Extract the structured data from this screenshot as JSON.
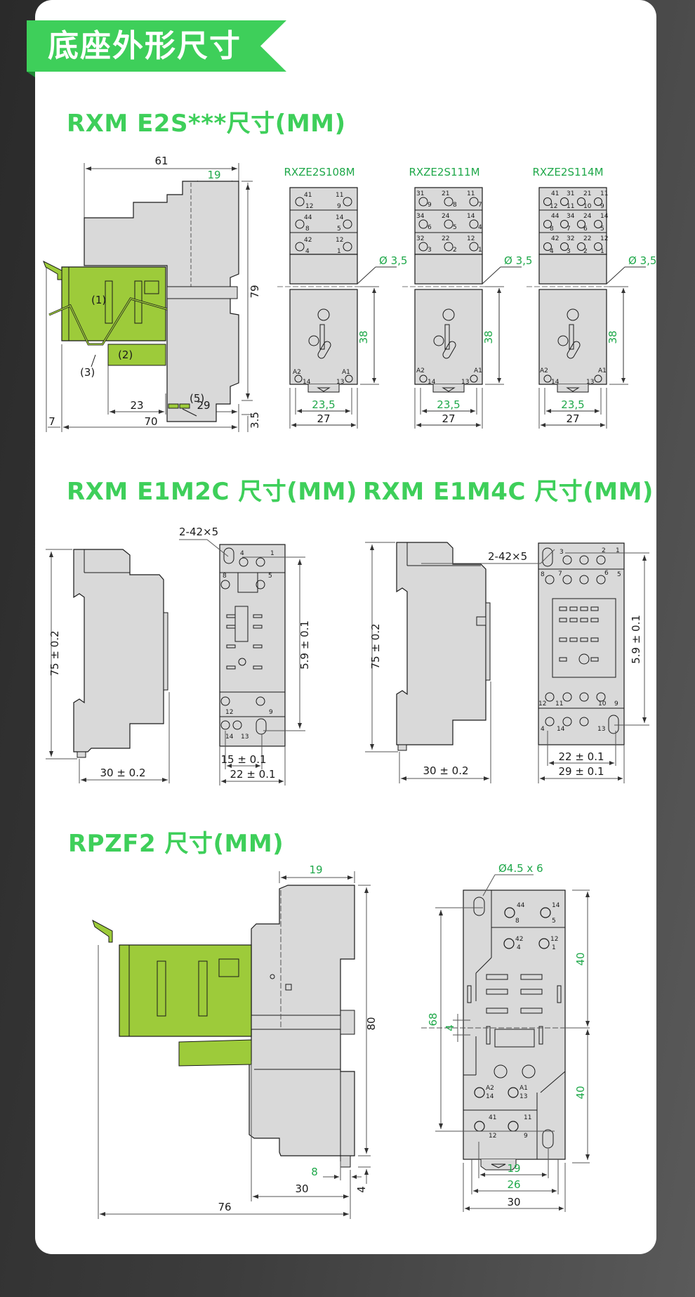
{
  "header": {
    "banner_title": "底座外形尺寸"
  },
  "colors": {
    "banner_green": "#3ecf5a",
    "title_green": "#3ecf5a",
    "dimension_green": "#1fa84a",
    "relay_green": "#9dcb3a",
    "socket_grey": "#d9d9d9",
    "line_black": "#1a1a1a"
  },
  "sections": [
    {
      "title": "RXM E2S***尺寸(MM)",
      "side_view": {
        "dims": {
          "overall_width": "61",
          "top_depth": "19",
          "height": "79",
          "rail_offset": "3.5",
          "left_offset": "7",
          "total_depth": "70",
          "relay_part": "23",
          "socket_part": "29"
        },
        "callouts": [
          "(1)",
          "(2)",
          "(3)",
          "(5)"
        ]
      },
      "sockets": [
        {
          "model": "RXZE2S108M",
          "rows": [
            [
              "41",
              "12",
              "11",
              "9"
            ],
            [
              "44",
              "8",
              "14",
              "5"
            ],
            [
              "42",
              "4",
              "12",
              "1"
            ]
          ],
          "coil": [
            "A2",
            "14",
            "A1",
            "13"
          ],
          "hole": "Ø 3,5",
          "height": "38",
          "inner_width": "23,5",
          "outer_width": "27"
        },
        {
          "model": "RXZE2S111M",
          "rows": [
            [
              "31",
              "9",
              "21",
              "8",
              "11",
              "7"
            ],
            [
              "34",
              "6",
              "24",
              "5",
              "14",
              "4"
            ],
            [
              "32",
              "3",
              "22",
              "2",
              "12",
              "1"
            ]
          ],
          "coil": [
            "A2",
            "14",
            "A1",
            "13"
          ],
          "hole": "Ø 3,5",
          "height": "38",
          "inner_width": "23,5",
          "outer_width": "27"
        },
        {
          "model": "RXZE2S114M",
          "rows": [
            [
              "41",
              "12",
              "31",
              "11",
              "21",
              "10",
              "11",
              "9"
            ],
            [
              "44",
              "8",
              "34",
              "7",
              "24",
              "6",
              "14",
              "5"
            ],
            [
              "42",
              "4",
              "32",
              "3",
              "22",
              "2",
              "12",
              "1"
            ]
          ],
          "coil": [
            "A2",
            "14",
            "A1",
            "13"
          ],
          "hole": "Ø 3,5",
          "height": "38",
          "inner_width": "23,5",
          "outer_width": "27"
        }
      ]
    },
    {
      "title": "RXM E1M2C 尺寸(MM)",
      "side_view": {
        "height": "75 ± 0.2",
        "depth": "30 ± 0.2"
      },
      "front_view": {
        "slot_note": "2-42×5",
        "pins_top": [
          "4",
          "1",
          "8",
          "5"
        ],
        "pins_bottom": [
          "12",
          "9",
          "14",
          "13"
        ],
        "pitch": "5.9 ± 0.1",
        "inner_width": "15 ± 0.1",
        "outer_width": "22 ± 0.1"
      }
    },
    {
      "title": "RXM E1M4C 尺寸(MM)",
      "side_view": {
        "height": "75 ± 0.2",
        "depth": "30 ± 0.2"
      },
      "front_view": {
        "slot_note": "2-42×5",
        "pins_top": [
          "3",
          "2",
          "1",
          "8",
          "7",
          "6",
          "5"
        ],
        "pins_bottom": [
          "12",
          "11",
          "10",
          "9",
          "4",
          "14",
          "13"
        ],
        "pitch": "5.9 ± 0.1",
        "inner_width": "22 ± 0.1",
        "outer_width": "29 ± 0.1"
      }
    },
    {
      "title": "RPZF2 尺寸(MM)",
      "side_view": {
        "top_depth": "19",
        "height": "80",
        "rail_gap": "8",
        "rail_height": "4",
        "socket_depth": "30",
        "total_depth": "76"
      },
      "front_view": {
        "hole_note": "Ø4.5 x 6",
        "pins": [
          [
            "44",
            "8"
          ],
          [
            "14",
            "5"
          ],
          [
            "42",
            "4"
          ],
          [
            "12",
            "1"
          ],
          [
            "A2",
            "14"
          ],
          [
            "A1",
            "13"
          ],
          [
            "41",
            "12"
          ],
          [
            "11",
            "9"
          ]
        ],
        "upper_height": "40",
        "lower_height": "40",
        "total_height": "68",
        "slot": "4",
        "inner_width": "19",
        "mid_width": "26",
        "outer_width": "30"
      }
    }
  ]
}
